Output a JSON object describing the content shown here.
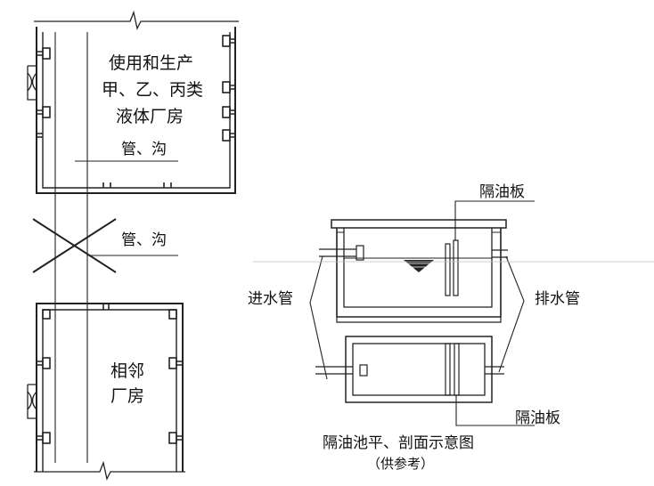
{
  "left_diagram": {
    "building_top_label_lines": [
      "使用和生产",
      "甲、乙、丙类",
      "液体厂房"
    ],
    "pipe_label_1": "管、沟",
    "pipe_label_2": "管、沟",
    "building_bottom_label_lines": [
      "相邻",
      "厂房"
    ]
  },
  "right_diagram": {
    "oil_baffle_top": "隔油板",
    "inlet_pipe": "进水管",
    "outlet_pipe": "排水管",
    "oil_baffle_bottom": "隔油板",
    "caption": "隔油池平、剖面示意图",
    "caption_note": "（供参考）"
  },
  "colors": {
    "line": "#222222",
    "background": "#ffffff"
  }
}
